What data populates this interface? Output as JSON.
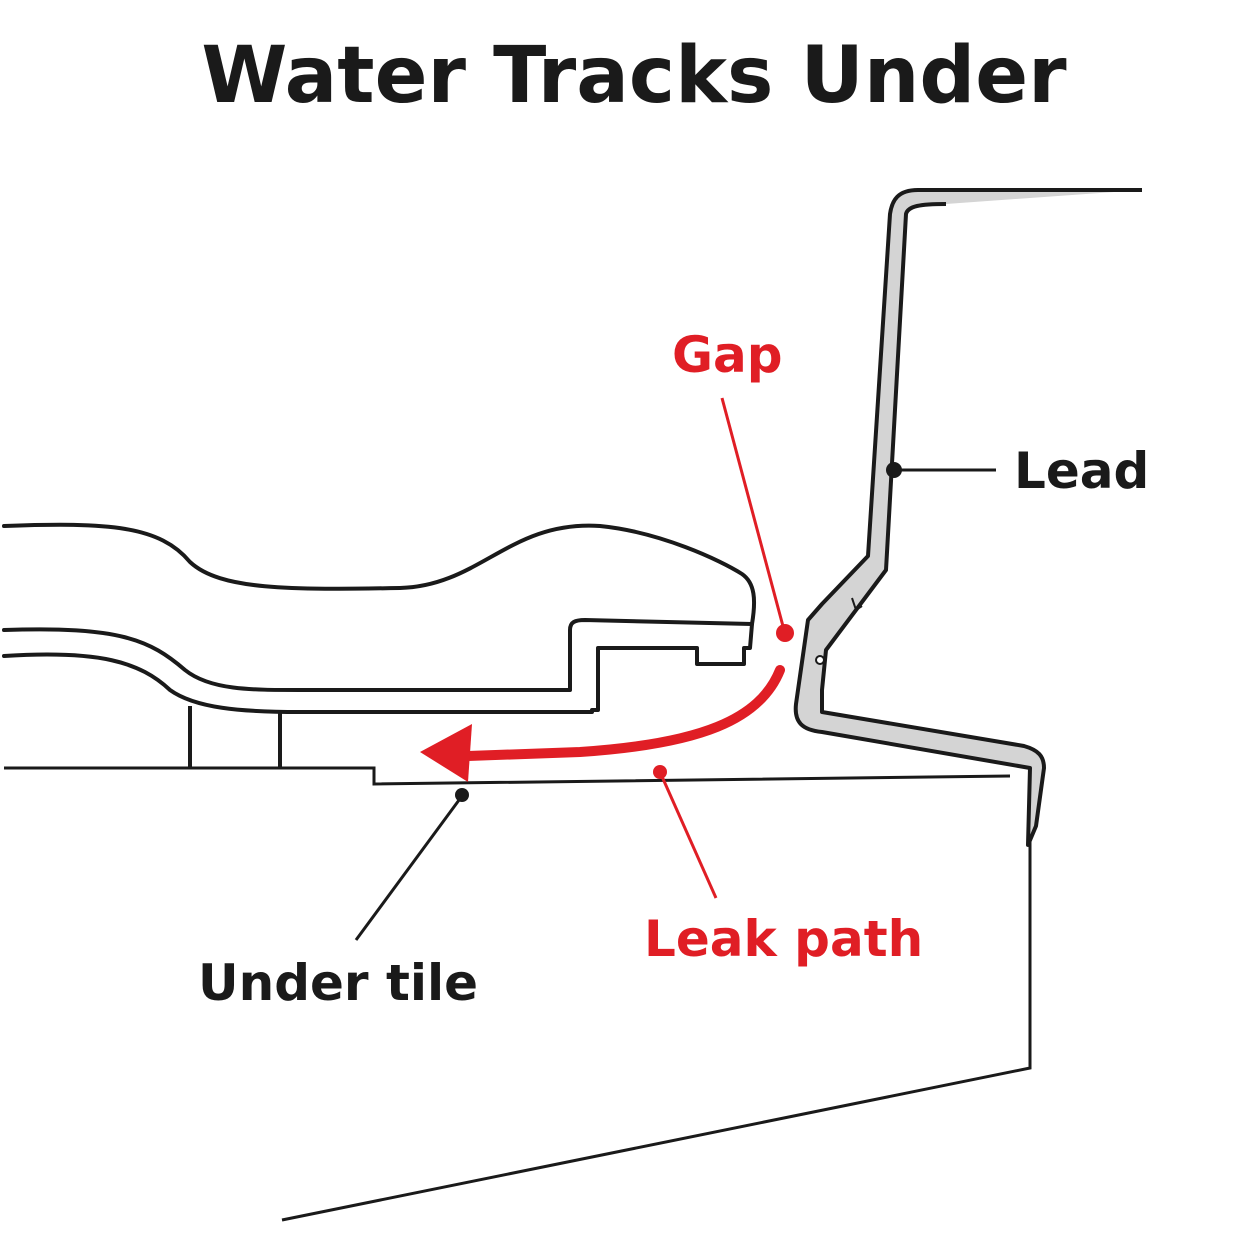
{
  "title": "Water Tracks Under",
  "labels": {
    "gap": "Gap",
    "lead": "Lead",
    "leak_path": "Leak path",
    "under_tile": "Under tile"
  },
  "colors": {
    "ink": "#1a1a1a",
    "accent": "#e01e25",
    "lead_fill": "#d4d4d4",
    "background": "#ffffff"
  }
}
